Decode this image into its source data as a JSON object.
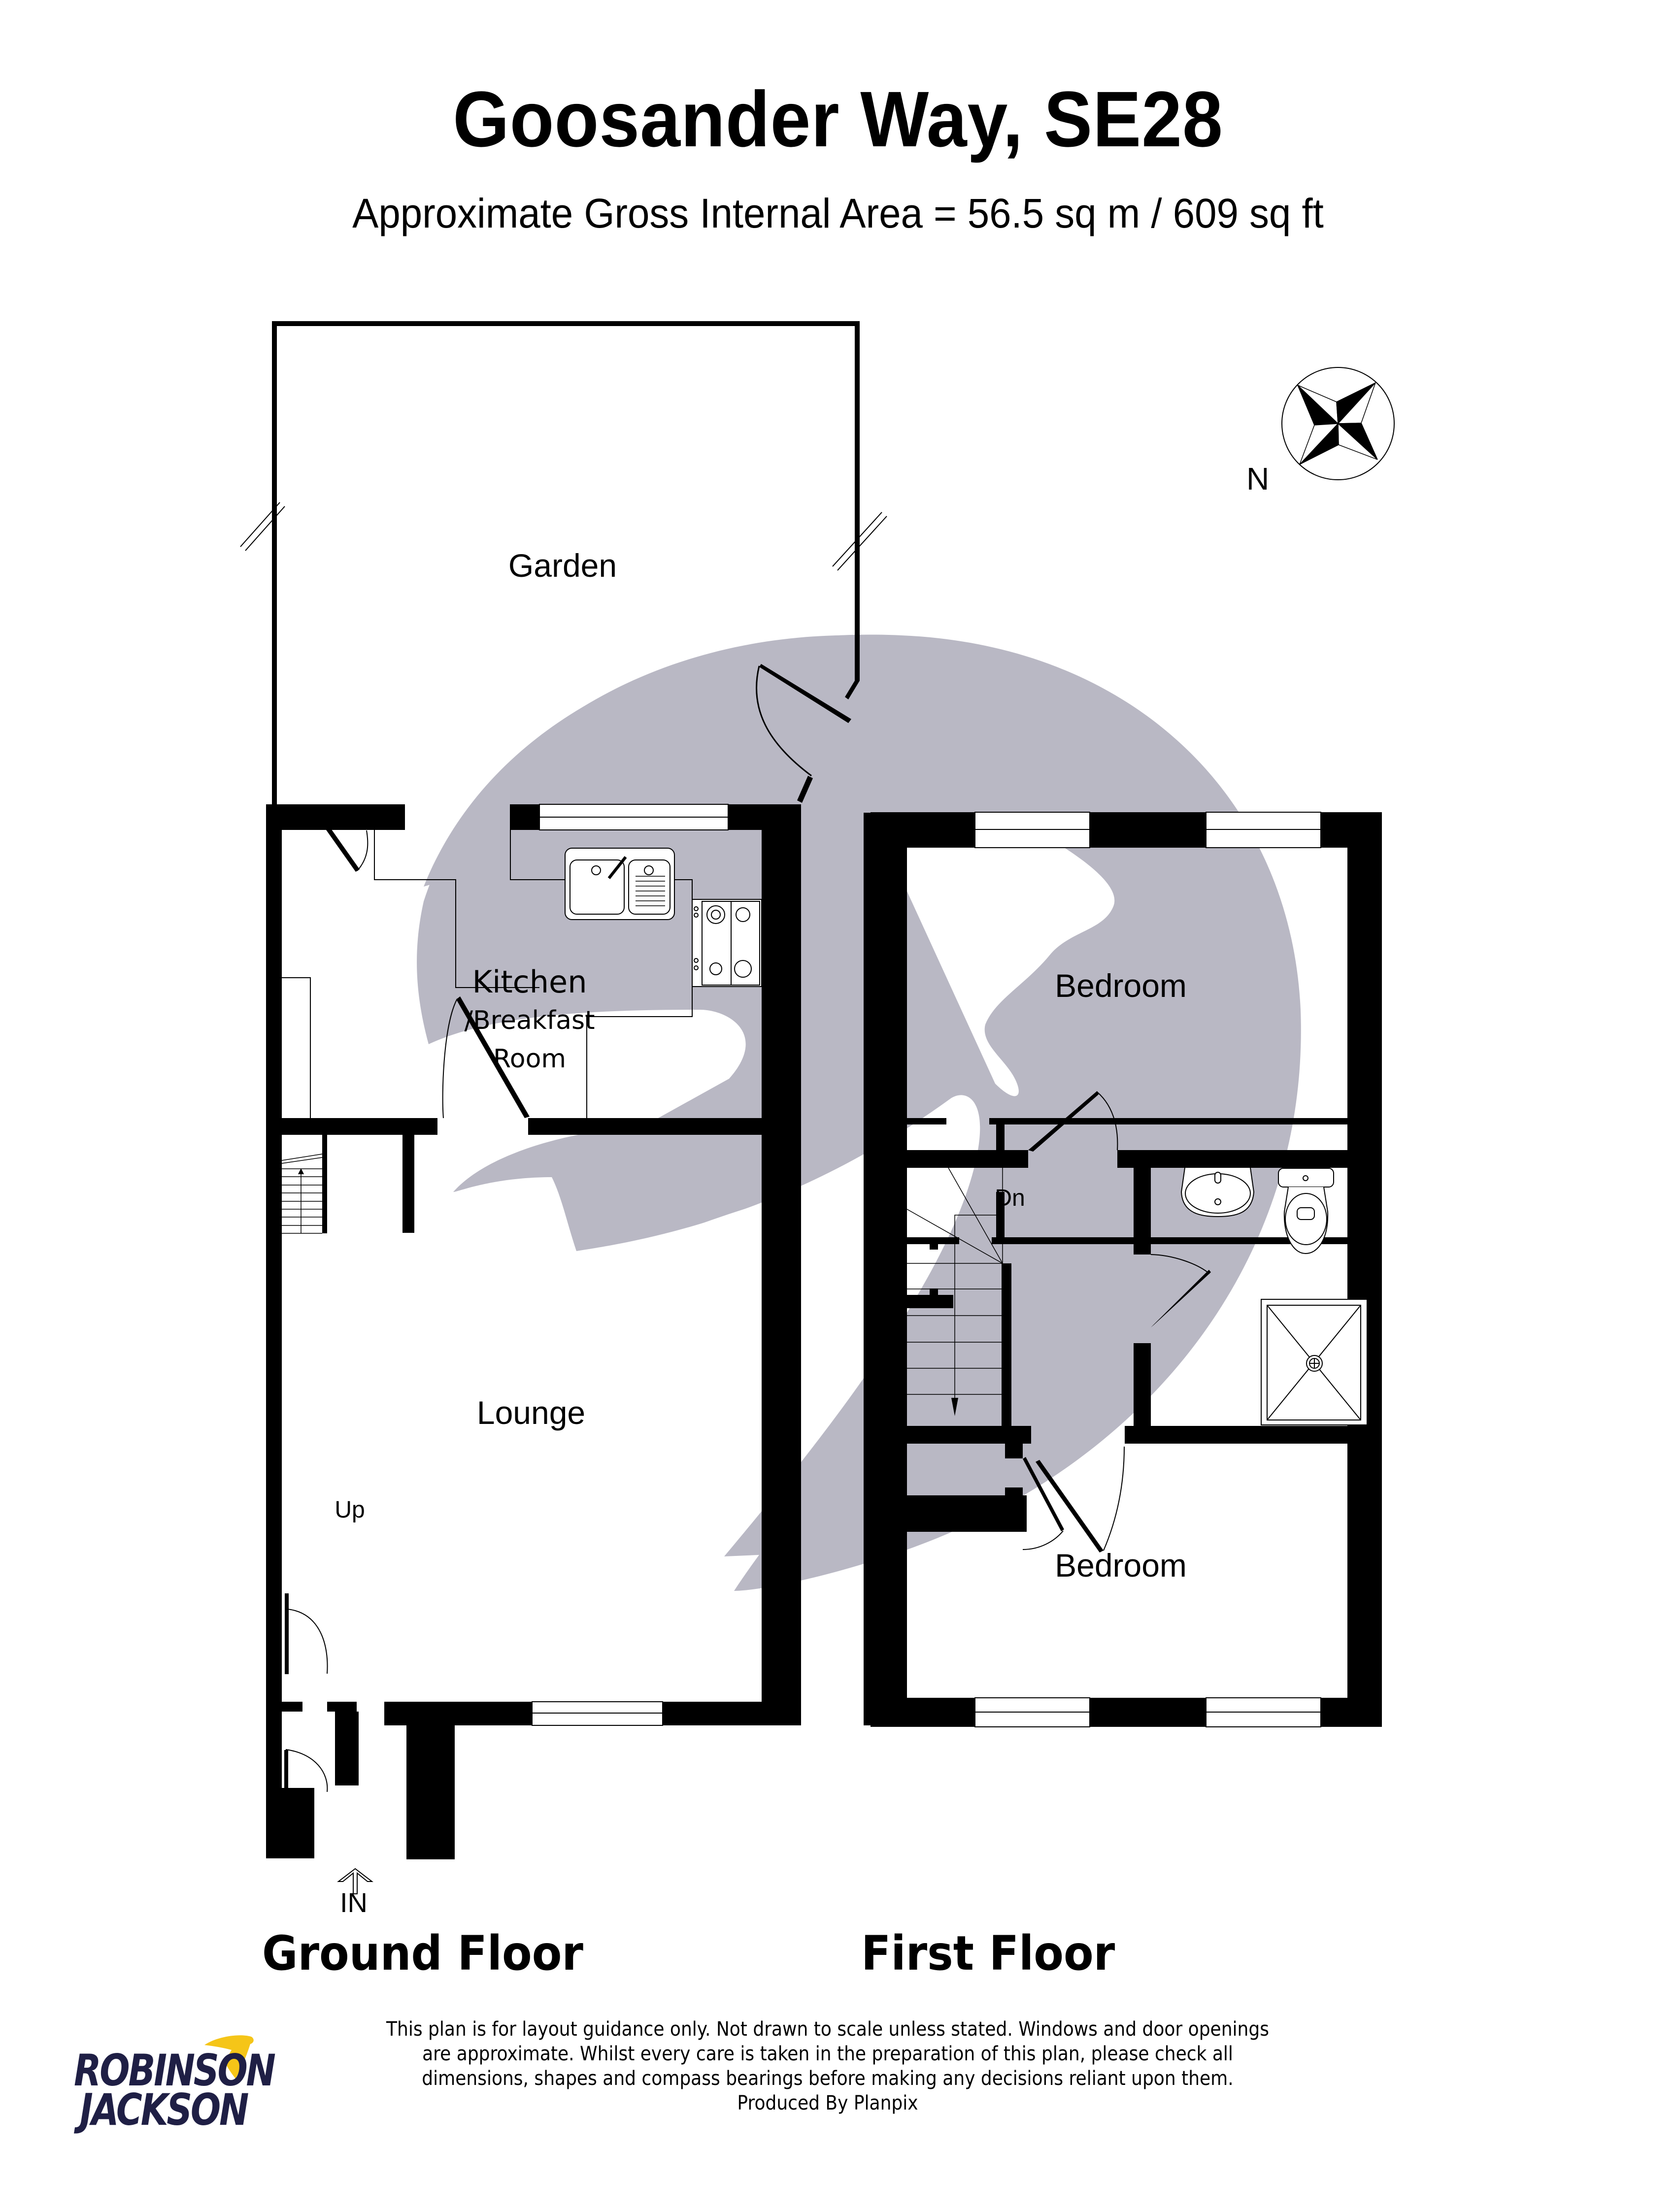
{
  "header": {
    "title": "Goosander Way, SE28",
    "subtitle": "Approximate Gross Internal Area = 56.5 sq m / 609 sq ft"
  },
  "compass": {
    "icon": "compass-rose-icon",
    "label": "N"
  },
  "ground_floor": {
    "label": "Ground Floor",
    "rooms": [
      {
        "name": "Garden"
      },
      {
        "name_line1": "Kitchen",
        "name_line2": "/Breakfast",
        "name_line3": "Room"
      },
      {
        "name": "Lounge"
      }
    ],
    "stairs_label": "Up",
    "entrance_label": "IN"
  },
  "first_floor": {
    "label": "First Floor",
    "rooms": [
      {
        "name": "Bedroom"
      },
      {
        "name": "Bedroom"
      }
    ],
    "stairs_label": "Dn"
  },
  "footer": {
    "disclaimer_lines": [
      "This plan is for layout guidance only. Not drawn to scale unless stated. Windows and door openings",
      "are approximate. Whilst every care is taken in the preparation of this plan, please check all",
      "dimensions, shapes and compass bearings before making any decisions reliant upon them.",
      "Produced By Planpix"
    ],
    "logo": {
      "line1": "ROBINSON",
      "line2": "JACKSON",
      "icon": "swallow-bird-icon",
      "text_color": "#1f1f45",
      "bird_color": "#f5c518"
    }
  },
  "colors": {
    "wall": "#000000",
    "watermark": "#b9b8c4",
    "background": "#ffffff"
  }
}
